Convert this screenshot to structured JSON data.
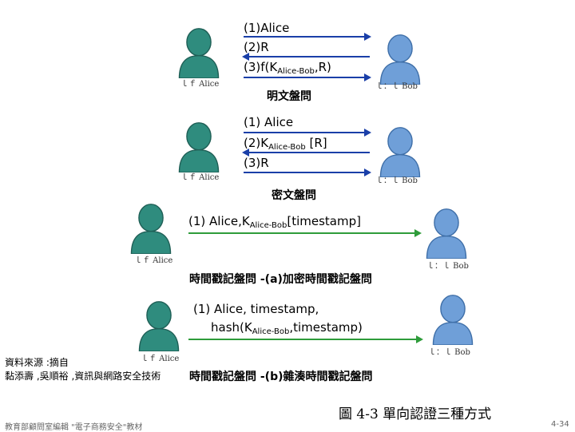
{
  "colors": {
    "arrow_blue": "#1a3fa8",
    "arrow_green": "#2e9c3a",
    "alice": "#2f8c7e",
    "bob": "#6f9fd8"
  },
  "icons": {
    "alice": "user-icon-teal",
    "bob": "user-icon-blue"
  },
  "scene1": {
    "msg1": "(1)Alice",
    "msg2": "(2)R",
    "msg3_pre": "(3)f(K",
    "msg3_sub": "Alice-Bob",
    "msg3_post": ",R)",
    "caption": "明文盤問",
    "alice_label": "ｌｆ Alice",
    "bob_label": "ｌ：ｌ Bob"
  },
  "scene2": {
    "msg1": "(1) Alice",
    "msg2_pre": "(2)K",
    "msg2_sub": "Alice-Bob",
    "msg2_post": " [R]",
    "msg3": "(3)R",
    "caption": "密文盤問",
    "alice_label": "ｌｆ Alice",
    "bob_label": "ｌ：ｌ Bob"
  },
  "scene3": {
    "msg_pre": "(1) Alice,K",
    "msg_sub": "Alice-Bob",
    "msg_post": "[timestamp]",
    "caption": "時間戳記盤問 -(a)加密時間戳記盤問",
    "alice_label": "ｌｆ Alice",
    "bob_label": "ｌ：ｌ Bob"
  },
  "scene4": {
    "msg_line1": "(1) Alice, timestamp,",
    "msg_line2_pre": "hash(K",
    "msg_line2_sub": "Alice-Bob",
    "msg_line2_post": ",timestamp)",
    "caption": "時間戳記盤問 -(b)雜湊時間戳記盤問",
    "alice_label": "ｌｆ Alice",
    "bob_label": "ｌ：ｌ Bob"
  },
  "source": {
    "line1": "資料來源 :摘自",
    "line2": "黏添壽 ,吳順裕 ,資訊與網路安全技術"
  },
  "figure_caption": "圖 4-3 單向認證三種方式",
  "footer": {
    "left": "教育部顧問室編輯 \"電子商務安全\"教材",
    "right": "4-34"
  }
}
